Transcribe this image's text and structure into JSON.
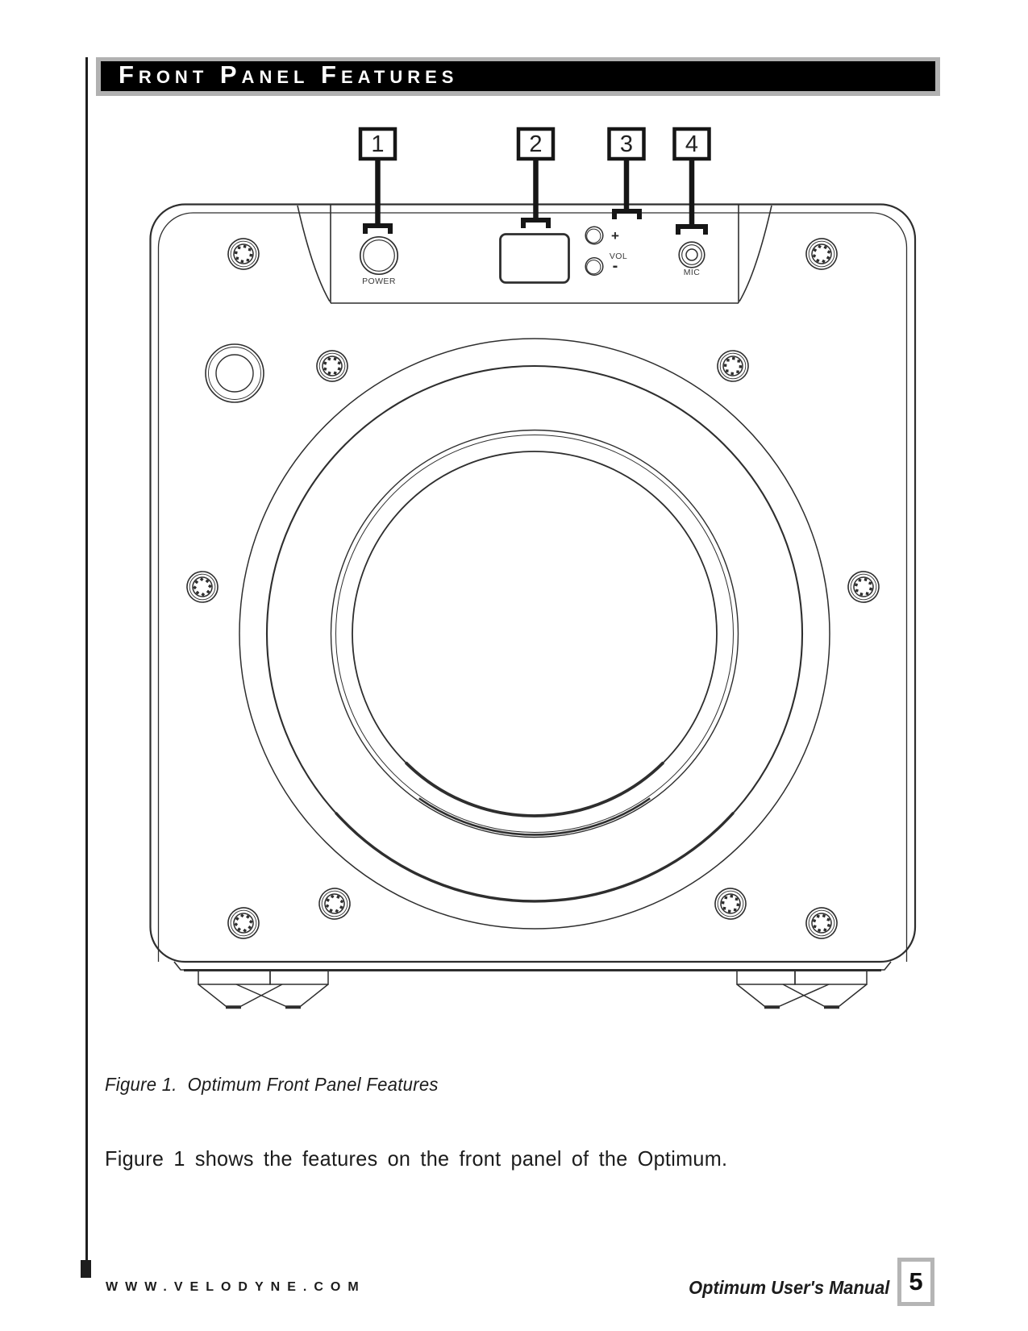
{
  "header": {
    "title": "Front Panel Features"
  },
  "figure": {
    "caption": "Figure 1.  Optimum Front Panel Features",
    "callouts": [
      {
        "num": "1",
        "target": "power-button"
      },
      {
        "num": "2",
        "target": "display-window"
      },
      {
        "num": "3",
        "target": "volume-buttons"
      },
      {
        "num": "4",
        "target": "mic-jack"
      }
    ],
    "panel_labels": {
      "power": "POWER",
      "vol": "VOL",
      "plus": "+",
      "minus": "-",
      "mic": "MIC"
    }
  },
  "body": {
    "paragraph": "Figure 1 shows the features on the front panel of the Optimum."
  },
  "footer": {
    "website": "WWW.VELODYNE.COM",
    "manual_title": "Optimum User's Manual",
    "page_number": "5"
  },
  "colors": {
    "ink": "#2e2e2e",
    "callout_ink": "#161616",
    "header_band": "#b1b1b1",
    "header_bg": "#000000",
    "page_box_border": "#b5b5b5"
  }
}
